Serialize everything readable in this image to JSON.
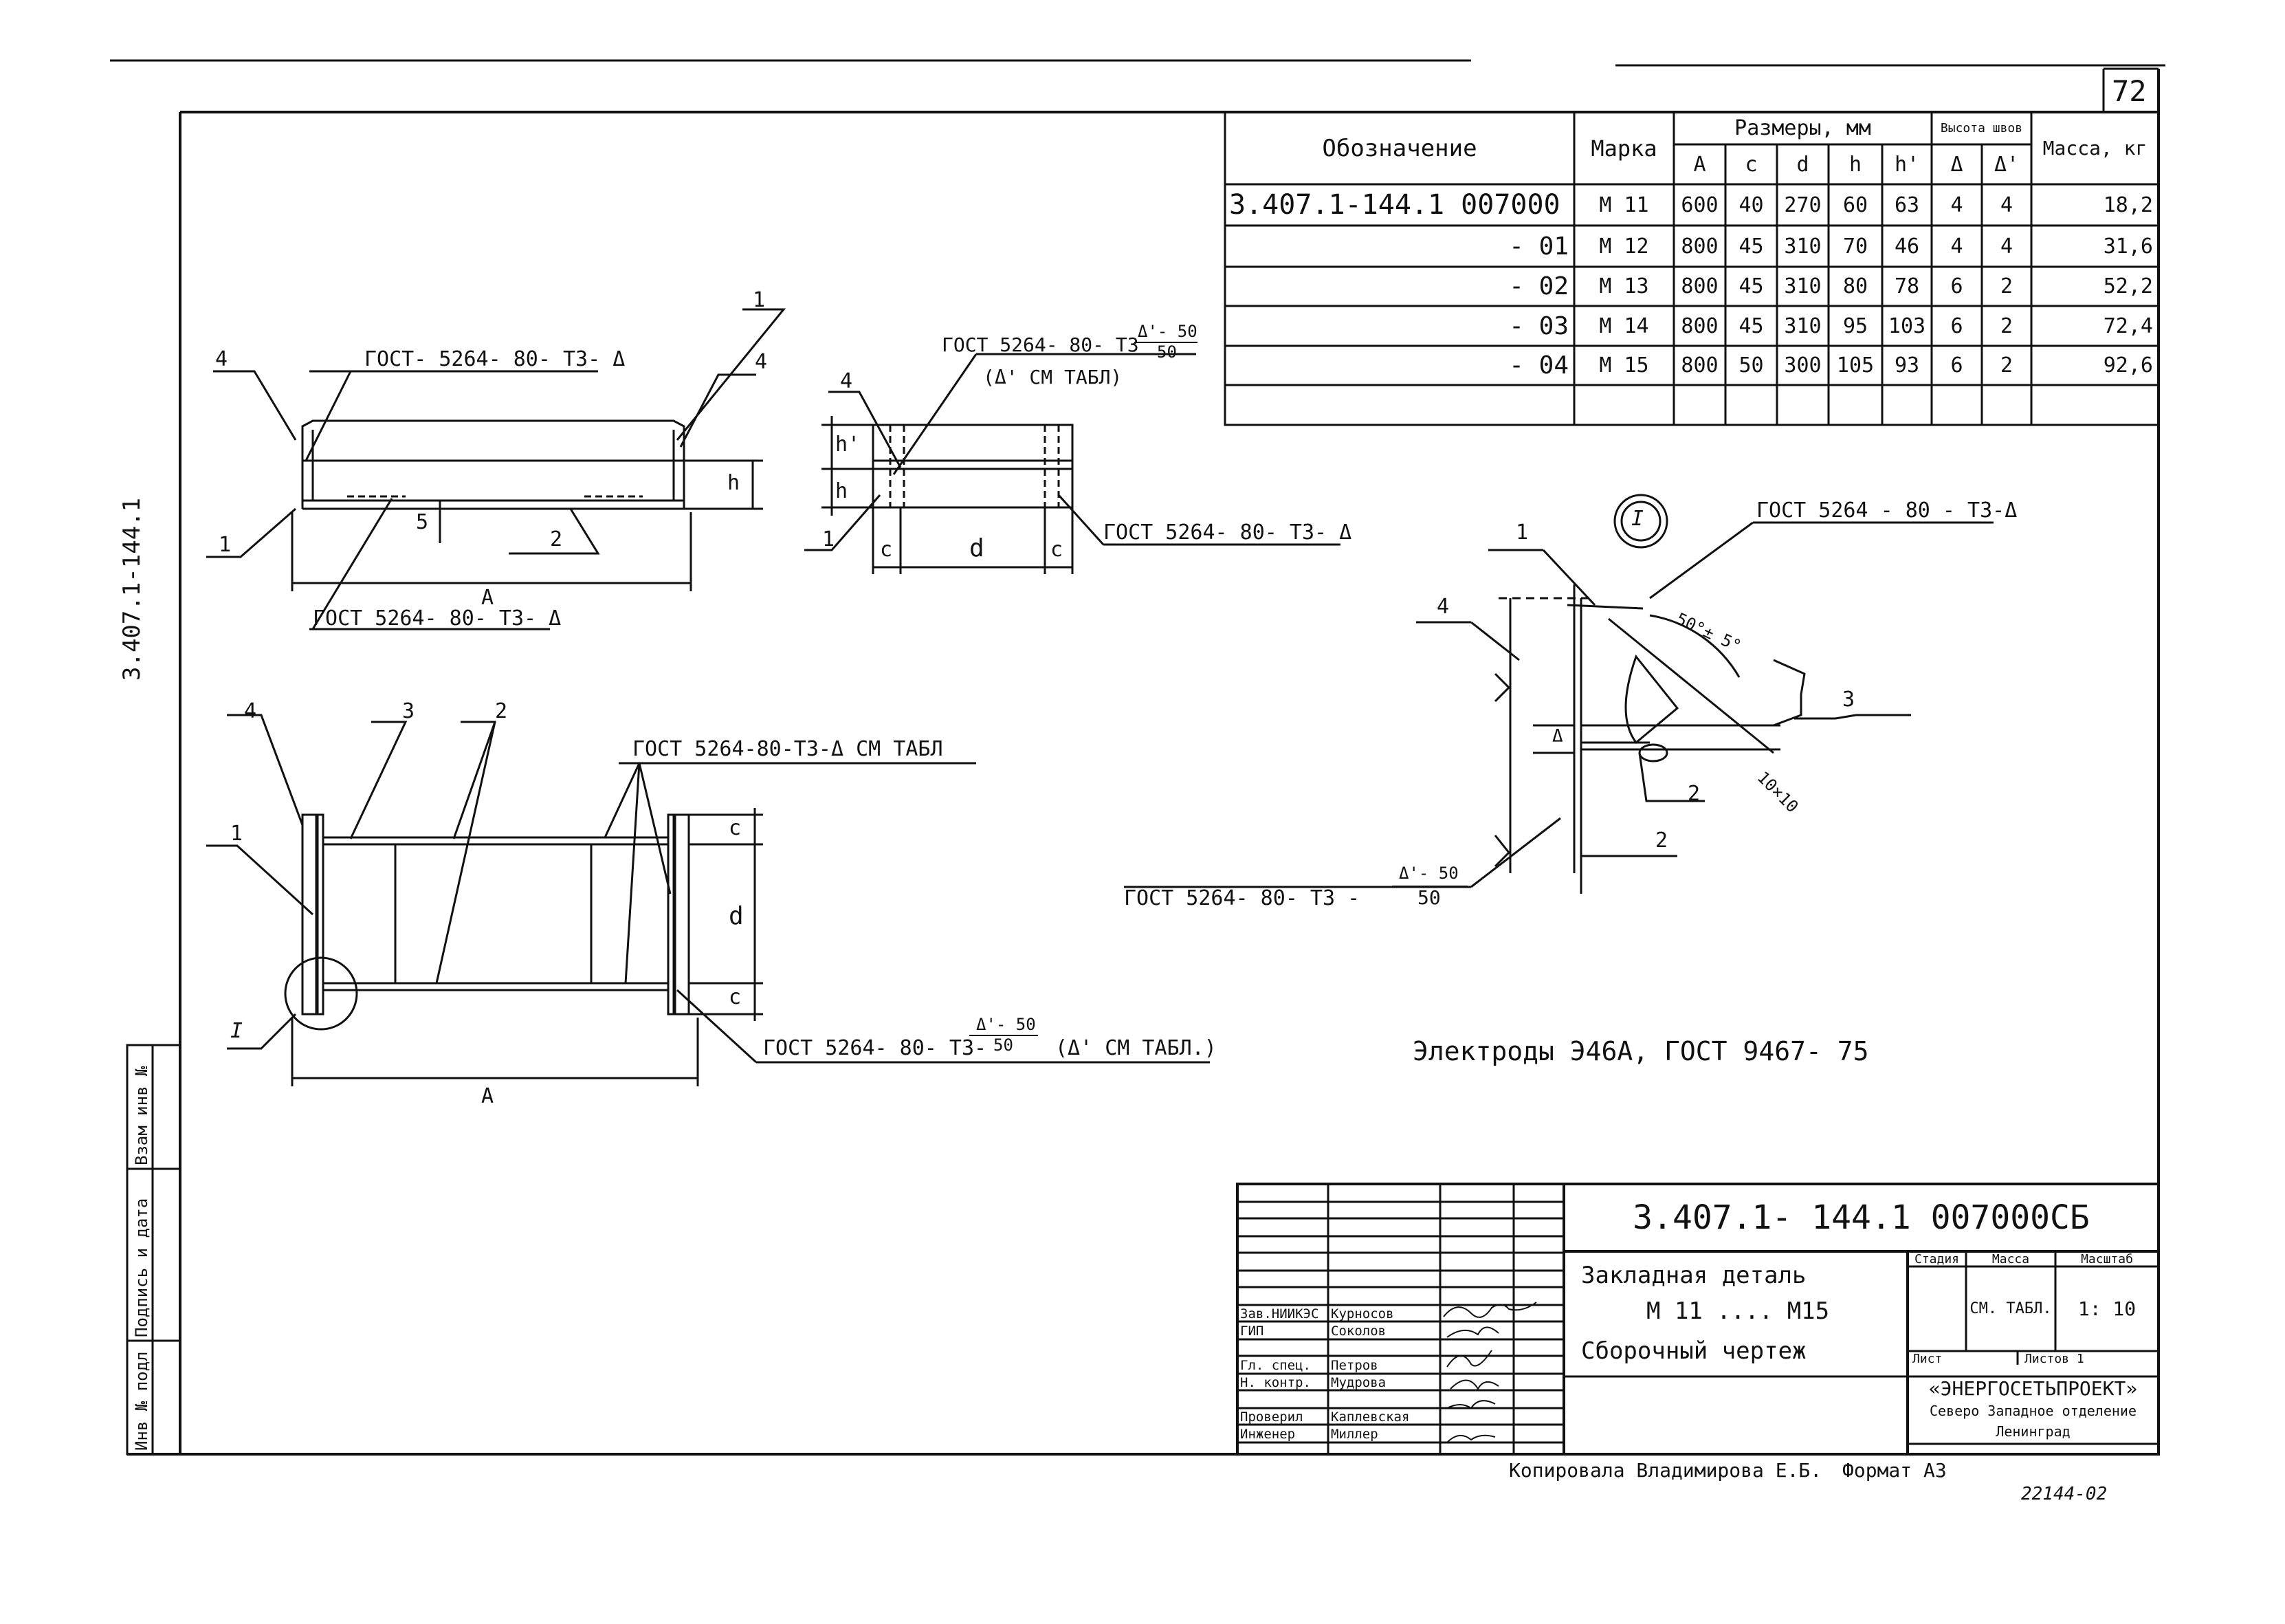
{
  "sheet_number": "72",
  "side_code": "3.407.1-144.1",
  "side_stamp": [
    "Инв № подл",
    "Подпись и дата",
    "Взам инв №"
  ],
  "spec_table": {
    "headers": {
      "designation": "Обозначение",
      "mark": "Марка",
      "sizes": "Размеры, мм",
      "height": "Высота швов",
      "mass": "Масса, кг",
      "A": "A",
      "c": "c",
      "d": "d",
      "h": "h",
      "h1": "h'",
      "D": "Δ",
      "D1": "Δ'"
    },
    "rows": [
      {
        "designation": "3.407.1-144.1 007000",
        "mark": "М 11",
        "A": "600",
        "c": "40",
        "d": "270",
        "h": "60",
        "h1": "63",
        "D": "4",
        "D1": "4",
        "mass": "18,2"
      },
      {
        "designation": "- 01",
        "mark": "М 12",
        "A": "800",
        "c": "45",
        "d": "310",
        "h": "70",
        "h1": "46",
        "D": "4",
        "D1": "4",
        "mass": "31,6"
      },
      {
        "designation": "- 02",
        "mark": "М 13",
        "A": "800",
        "c": "45",
        "d": "310",
        "h": "80",
        "h1": "78",
        "D": "6",
        "D1": "2",
        "mass": "52,2"
      },
      {
        "designation": "- 03",
        "mark": "М 14",
        "A": "800",
        "c": "45",
        "d": "310",
        "h": "95",
        "h1": "103",
        "D": "6",
        "D1": "2",
        "mass": "72,4"
      },
      {
        "designation": "- 04",
        "mark": "М 15",
        "A": "800",
        "c": "50",
        "d": "300",
        "h": "105",
        "h1": "93",
        "D": "6",
        "D1": "2",
        "mass": "92,6"
      }
    ]
  },
  "annotations": {
    "gost_side": "ГОСТ- 5264- 80- Т3- Δ",
    "gost_side_bottom": "ГОСТ 5264- 80- Т3- Δ",
    "gost_end_top": "ГОСТ 5264- 80- Т3",
    "frac_num": "Δ'- 50",
    "frac_den": "50",
    "see_table_paren": "(Δ' СМ ТАБЛ)",
    "gost_end_right": "ГОСТ 5264- 80- Т3- Δ",
    "gost_plan_top": "ГОСТ 5264-80-Т3-Δ СМ ТАБЛ",
    "gost_plan_bottom": "ГОСТ 5264- 80- Т3-",
    "see_table_plan": "(Δ' СМ ТАБЛ.)",
    "gost_detail_top": "ГОСТ 5264 - 80 - Т3-Δ",
    "gost_detail_bottom": "ГОСТ 5264- 80- Т3 -",
    "angle": "50°± 5°",
    "chamfer": "10×10",
    "detail_mark": "I",
    "electrodes": "Электроды   Э46А,  ГОСТ 9467- 75",
    "dims": {
      "A": "A",
      "c": "c",
      "d": "d",
      "h": "h",
      "h1": "h'",
      "five": "5",
      "two": "2",
      "delta": "Δ"
    },
    "callouts": [
      "1",
      "2",
      "3",
      "4"
    ]
  },
  "title_block": {
    "doc_code": "3.407.1- 144.1 007000СБ",
    "title_line1": "Закладная  деталь",
    "title_line2": "М 11 ....  М15",
    "title_line3": "Сборочный   чертеж",
    "stage_label": "Стадия",
    "mass_label": "Масса",
    "scale_label": "Масштаб",
    "mass_value": "СМ. ТАБЛ.",
    "scale_value": "1: 10",
    "sheet_label": "Лист",
    "sheets_label": "Листов 1",
    "org_name": "«ЭНЕРГОСЕТЬПРОЕКТ»",
    "org_line2": "Северо Западное отделение",
    "org_city": "Ленинград",
    "signers": [
      {
        "role": "Зав.НИИКЭС",
        "name": "Курносов"
      },
      {
        "role": "ГИП",
        "name": "Соколов"
      },
      {
        "role": "Гл. спец.",
        "name": "Петров"
      },
      {
        "role": "Н. контр.",
        "name": "Мудрова"
      },
      {
        "role": "Проверил",
        "name": "Каплевская"
      },
      {
        "role": "Инженер",
        "name": "Миллер"
      }
    ]
  },
  "footer": {
    "copied_by": "Копировала Владимирова Е.Б.",
    "format": "Формат А3",
    "ref": "22144-02"
  }
}
